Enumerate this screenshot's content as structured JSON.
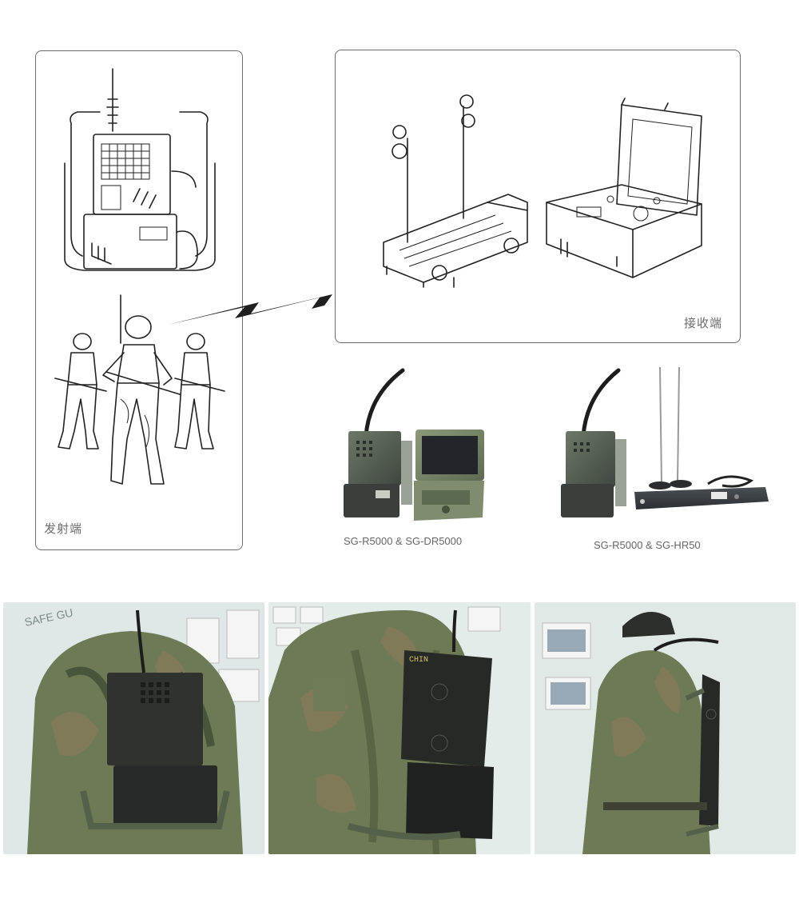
{
  "transmitter": {
    "label": "发射端"
  },
  "receiver": {
    "label": "接收端"
  },
  "products": [
    {
      "caption": "SG-R5000 & SG-DR5000"
    },
    {
      "caption": "SG-R5000 & SG-HR50"
    }
  ],
  "photos": [
    {
      "wall_text": "SAFE GU"
    },
    {
      "device_text": "CHIN"
    },
    {
      "device_text": ""
    }
  ],
  "colors": {
    "panel_border": "#6b6b6b",
    "device_olive": "#5f6b57",
    "camo_green": "#6d7a55",
    "wall_bg": "#dfe8e6"
  }
}
